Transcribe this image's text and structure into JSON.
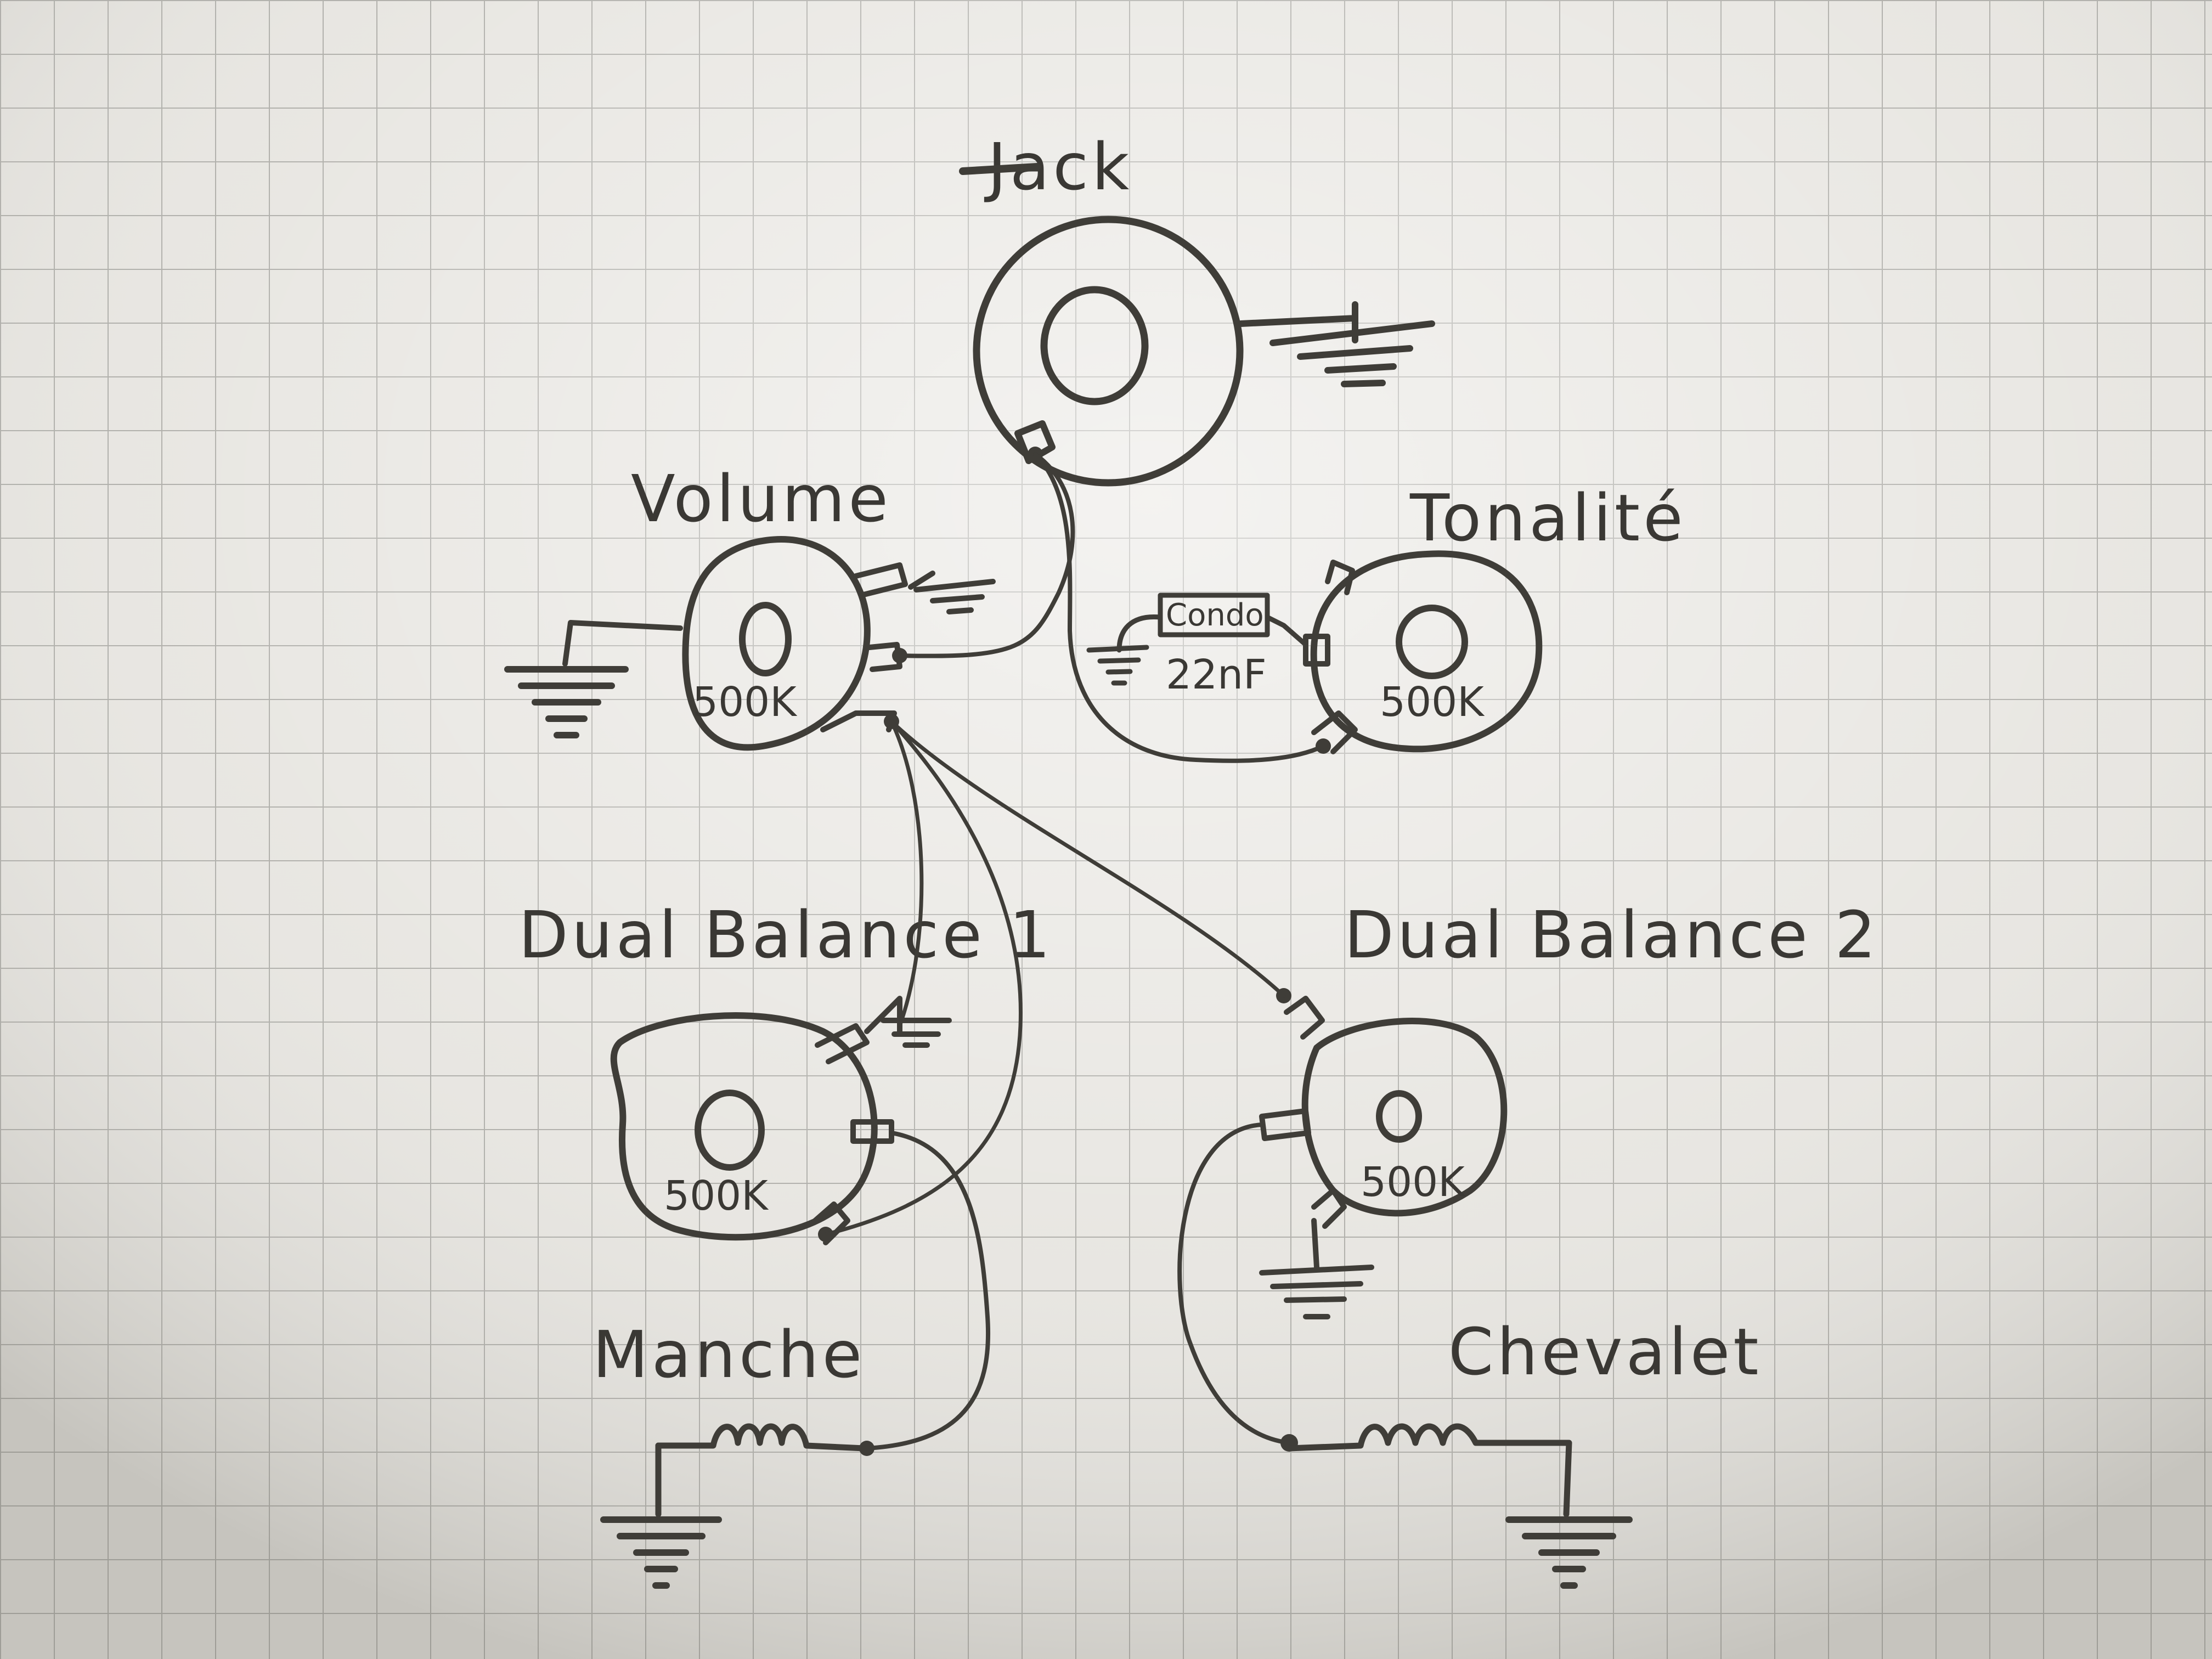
{
  "labels": {
    "jack": "Jack",
    "volume": "Volume",
    "tone": "Tonalité",
    "balance1": "Dual Balance 1",
    "balance2": "Dual Balance 2",
    "neck": "Manche",
    "bridge": "Chevalet"
  },
  "values": {
    "volume_pot": "500K",
    "tone_pot": "500K",
    "balance1_pot": "500K",
    "balance2_pot": "500K",
    "cap_label": "Condo",
    "cap_value": "22nF"
  },
  "colors": {
    "paper": "#e6e4df",
    "grid": "#a9a8a3",
    "ink": "#3f3d38"
  }
}
